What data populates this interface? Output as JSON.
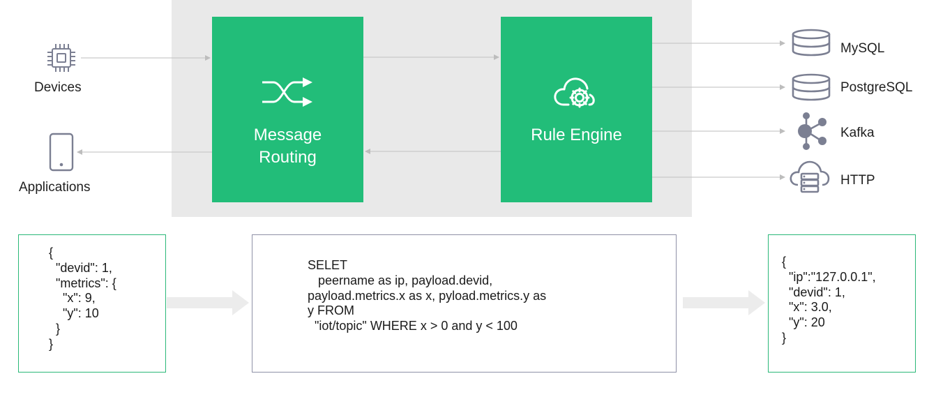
{
  "sources": {
    "devices_label": "Devices",
    "applications_label": "Applications"
  },
  "routing": {
    "label": "Message\nRouting",
    "icon": "shuffle-icon"
  },
  "engine": {
    "label": "Rule Engine",
    "icon": "cloud-gear-icon"
  },
  "destinations": [
    {
      "label": "MySQL",
      "icon": "database-icon"
    },
    {
      "label": "PostgreSQL",
      "icon": "database-icon"
    },
    {
      "label": "Kafka",
      "icon": "network-nodes-icon"
    },
    {
      "label": "HTTP",
      "icon": "cloud-server-icon"
    }
  ],
  "code": {
    "input": "{\n  \"devid\": 1,\n  \"metrics\": {\n    \"x\": 9,\n    \"y\": 10\n  }\n}",
    "sql": "SELET\n   peername as ip, payload.devid,\npayload.metrics.x as x, pyload.metrics.y as\ny FROM\n  \"iot/topic\" WHERE x > 0 and y < 100",
    "output": "{\n  \"ip\":\"127.0.0.1\",\n  \"devid\": 1,\n  \"x\": 3.0,\n  \"y\": 20\n}"
  },
  "colors": {
    "green": "#22bd79",
    "panel": "#e9e9e9",
    "line": "#c8c8c8",
    "icon": "#7b7f92"
  }
}
